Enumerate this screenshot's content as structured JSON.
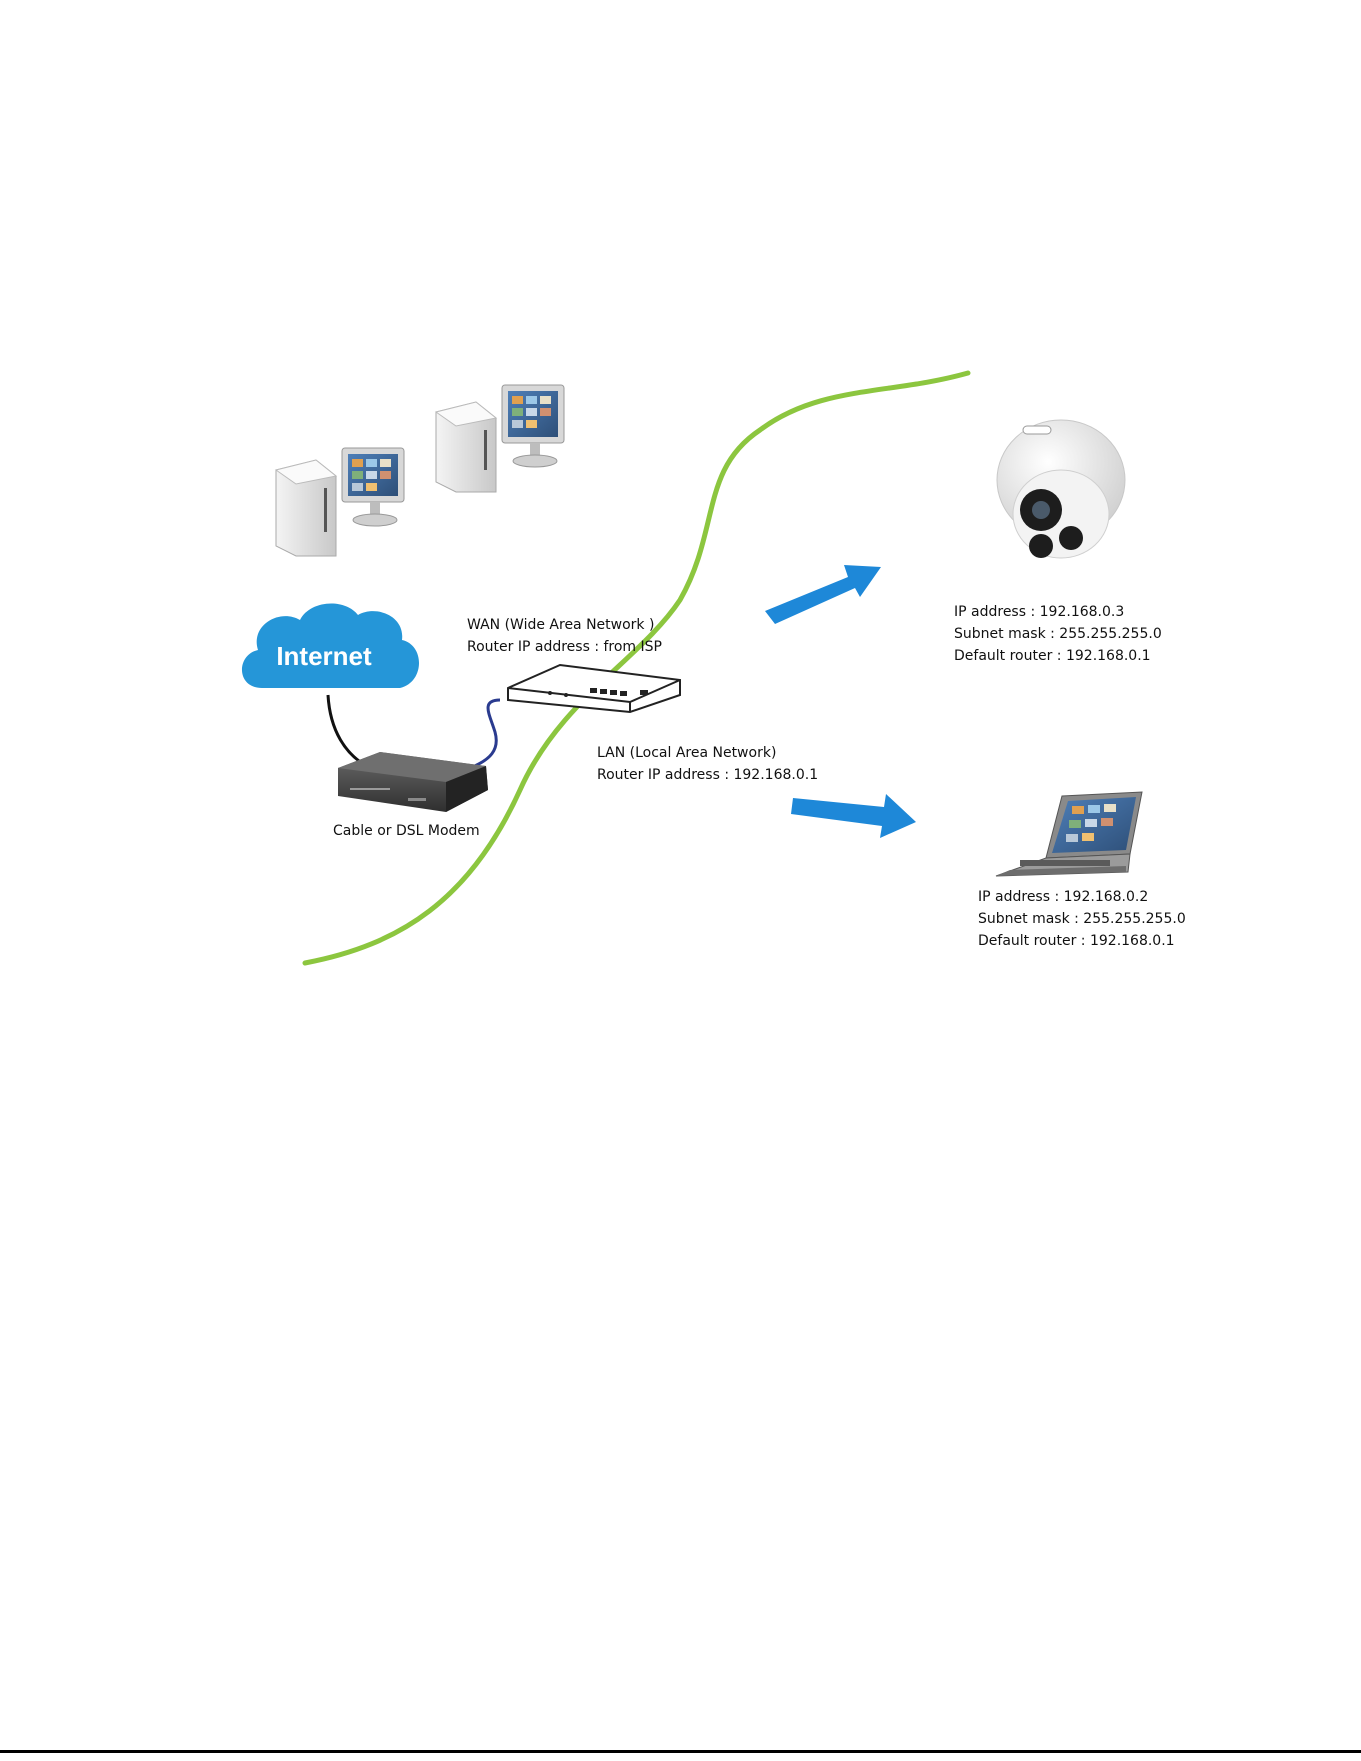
{
  "cloud": {
    "label": "Internet"
  },
  "modem": {
    "label": "Cable or DSL Modem"
  },
  "wan": {
    "line1": "WAN (Wide Area Network )",
    "line2": "Router IP address : from ISP"
  },
  "lan": {
    "line1": "LAN (Local Area Network)",
    "line2": "Router IP address : 192.168.0.1"
  },
  "camera": {
    "ip": "IP address : 192.168.0.3",
    "subnet": "Subnet mask : 255.255.255.0",
    "router": "Default router : 192.168.0.1"
  },
  "laptop": {
    "ip": "IP address : 192.168.0.2",
    "subnet": "Subnet mask : 255.255.255.0",
    "router": "Default router : 192.168.0.1"
  },
  "colors": {
    "divider": "#8cc63f",
    "arrow": "#1e88d8",
    "cloud": "#2596d8",
    "cable": "#2a3b8f"
  },
  "icons": [
    "desktop-computer-icon",
    "cloud-icon",
    "modem-icon",
    "router-icon",
    "dome-camera-icon",
    "laptop-icon",
    "arrow-icon"
  ]
}
